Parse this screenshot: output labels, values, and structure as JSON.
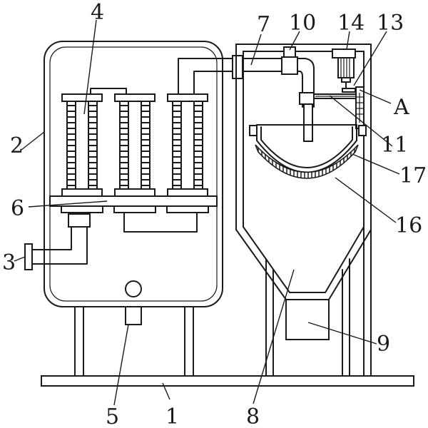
{
  "diagram": {
    "labels": [
      {
        "id": "1",
        "text": "1"
      },
      {
        "id": "2",
        "text": "2"
      },
      {
        "id": "3",
        "text": "3"
      },
      {
        "id": "4",
        "text": "4"
      },
      {
        "id": "5",
        "text": "5"
      },
      {
        "id": "6",
        "text": "6"
      },
      {
        "id": "7",
        "text": "7"
      },
      {
        "id": "8",
        "text": "8"
      },
      {
        "id": "9",
        "text": "9"
      },
      {
        "id": "10",
        "text": "10"
      },
      {
        "id": "11",
        "text": "11"
      },
      {
        "id": "13",
        "text": "13"
      },
      {
        "id": "14",
        "text": "14"
      },
      {
        "id": "16",
        "text": "16"
      },
      {
        "id": "17",
        "text": "17"
      },
      {
        "id": "A",
        "text": "A"
      }
    ]
  }
}
